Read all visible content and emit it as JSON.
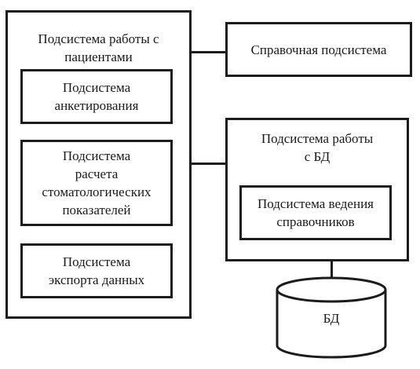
{
  "patients_subsystem": {
    "title": "Подсистема работы с\nпациентами",
    "survey": "Подсистема\nанкетирования",
    "dental_calc": "Подсистема\nрасчета\nстоматологических\nпоказателей",
    "export": "Подсистема\nэкспорта данных"
  },
  "reference_subsystem": "Справочная подсистема",
  "db_subsystem": {
    "title": "Подсистема работы\nс БД",
    "directories": "Подсистема ведения\nсправочников"
  },
  "database": "БД"
}
